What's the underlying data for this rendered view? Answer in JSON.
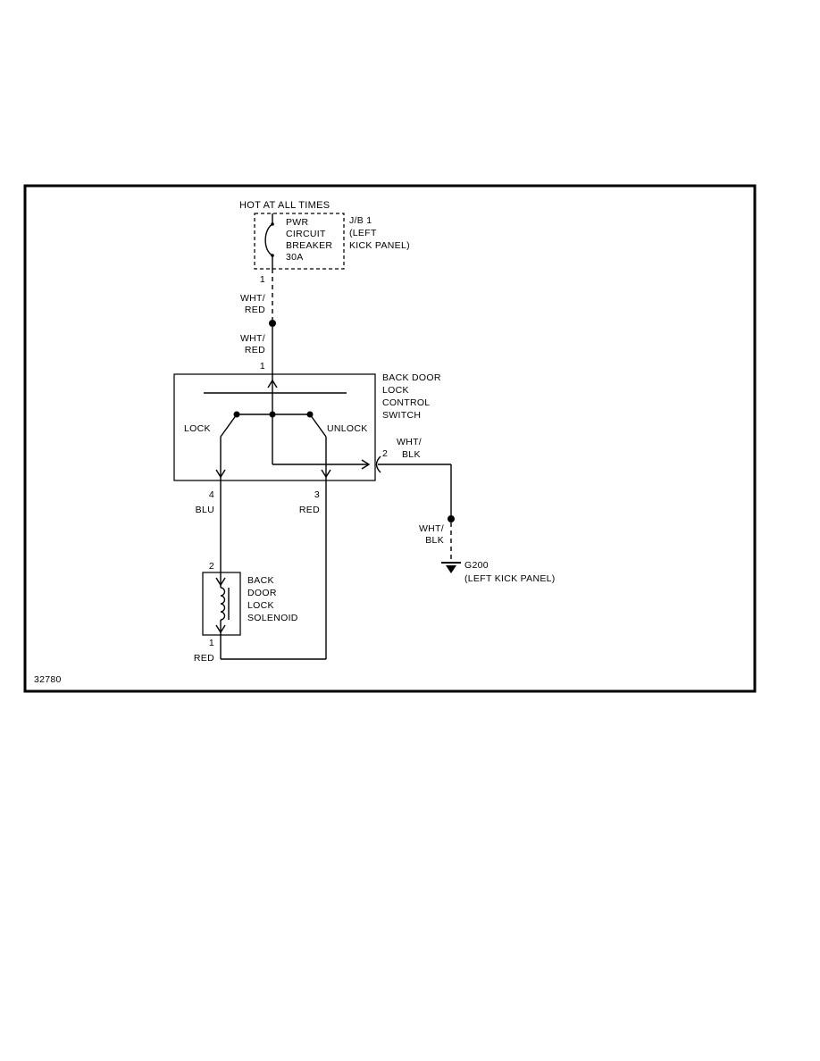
{
  "page": {
    "figure_number": "32780"
  },
  "power_source": {
    "title": "HOT AT ALL TIMES",
    "breaker_name": [
      "PWR",
      "CIRCUIT",
      "BREAKER",
      "30A"
    ],
    "junction_block": [
      "J/B 1",
      "(LEFT",
      "KICK PANEL)"
    ],
    "pin_out": "1"
  },
  "wires": {
    "wht_red_a": [
      "WHT/",
      "RED"
    ],
    "wht_red_b": [
      "WHT/",
      "RED"
    ],
    "wht_blk_a": [
      "WHT/",
      "BLK"
    ],
    "wht_blk_b": [
      "WHT/",
      "BLK"
    ],
    "blu": "BLU",
    "red": "RED",
    "red_bottom": "RED"
  },
  "switch": {
    "pin_in": "1",
    "name": [
      "BACK DOOR",
      "LOCK",
      "CONTROL",
      "SWITCH"
    ],
    "position_lock": "LOCK",
    "position_unlock": "UNLOCK",
    "pin_ground": "2",
    "pin_lock": "4",
    "pin_unlock": "3"
  },
  "solenoid": {
    "pin_top": "2",
    "name": [
      "BACK",
      "DOOR",
      "LOCK",
      "SOLENOID"
    ],
    "pin_bottom": "1"
  },
  "ground": {
    "name": "G200",
    "location": "(LEFT KICK PANEL)"
  },
  "colors": {
    "ink": "#000000",
    "paper": "#ffffff"
  }
}
